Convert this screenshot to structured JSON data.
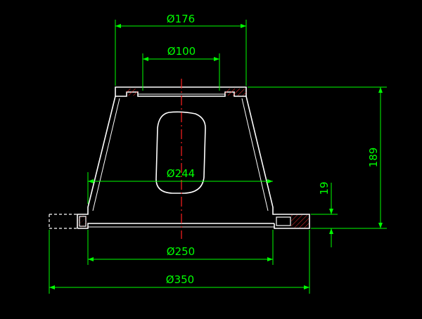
{
  "drawing": {
    "colors": {
      "background": "#000000",
      "outline": "#ffffff",
      "dimension": "#00ff00",
      "centerline": "#ff0000",
      "hatch": "#ff0000",
      "hidden": "#ffffff"
    },
    "dimensions": {
      "d_top_outer": "Ø176",
      "d_top_inner": "Ø100",
      "d_mid": "Ø244",
      "d_bottom_inner": "Ø250",
      "d_flange": "Ø350",
      "height_total": "189",
      "flange_thickness": "19"
    }
  }
}
